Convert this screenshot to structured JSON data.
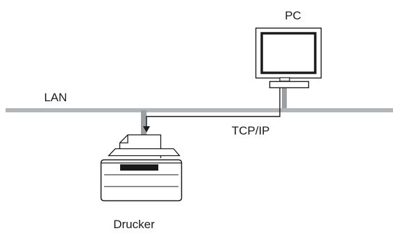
{
  "diagram": {
    "labels": {
      "pc": "PC",
      "lan": "LAN",
      "protocol": "TCP/IP",
      "printer": "Drucker"
    },
    "colors": {
      "lan_line": "#b3b6b8",
      "connector": "#9c9fa1",
      "outline": "#1a1a1a",
      "background": "#ffffff"
    },
    "icons": [
      "computer-monitor-icon",
      "printer-icon"
    ]
  }
}
